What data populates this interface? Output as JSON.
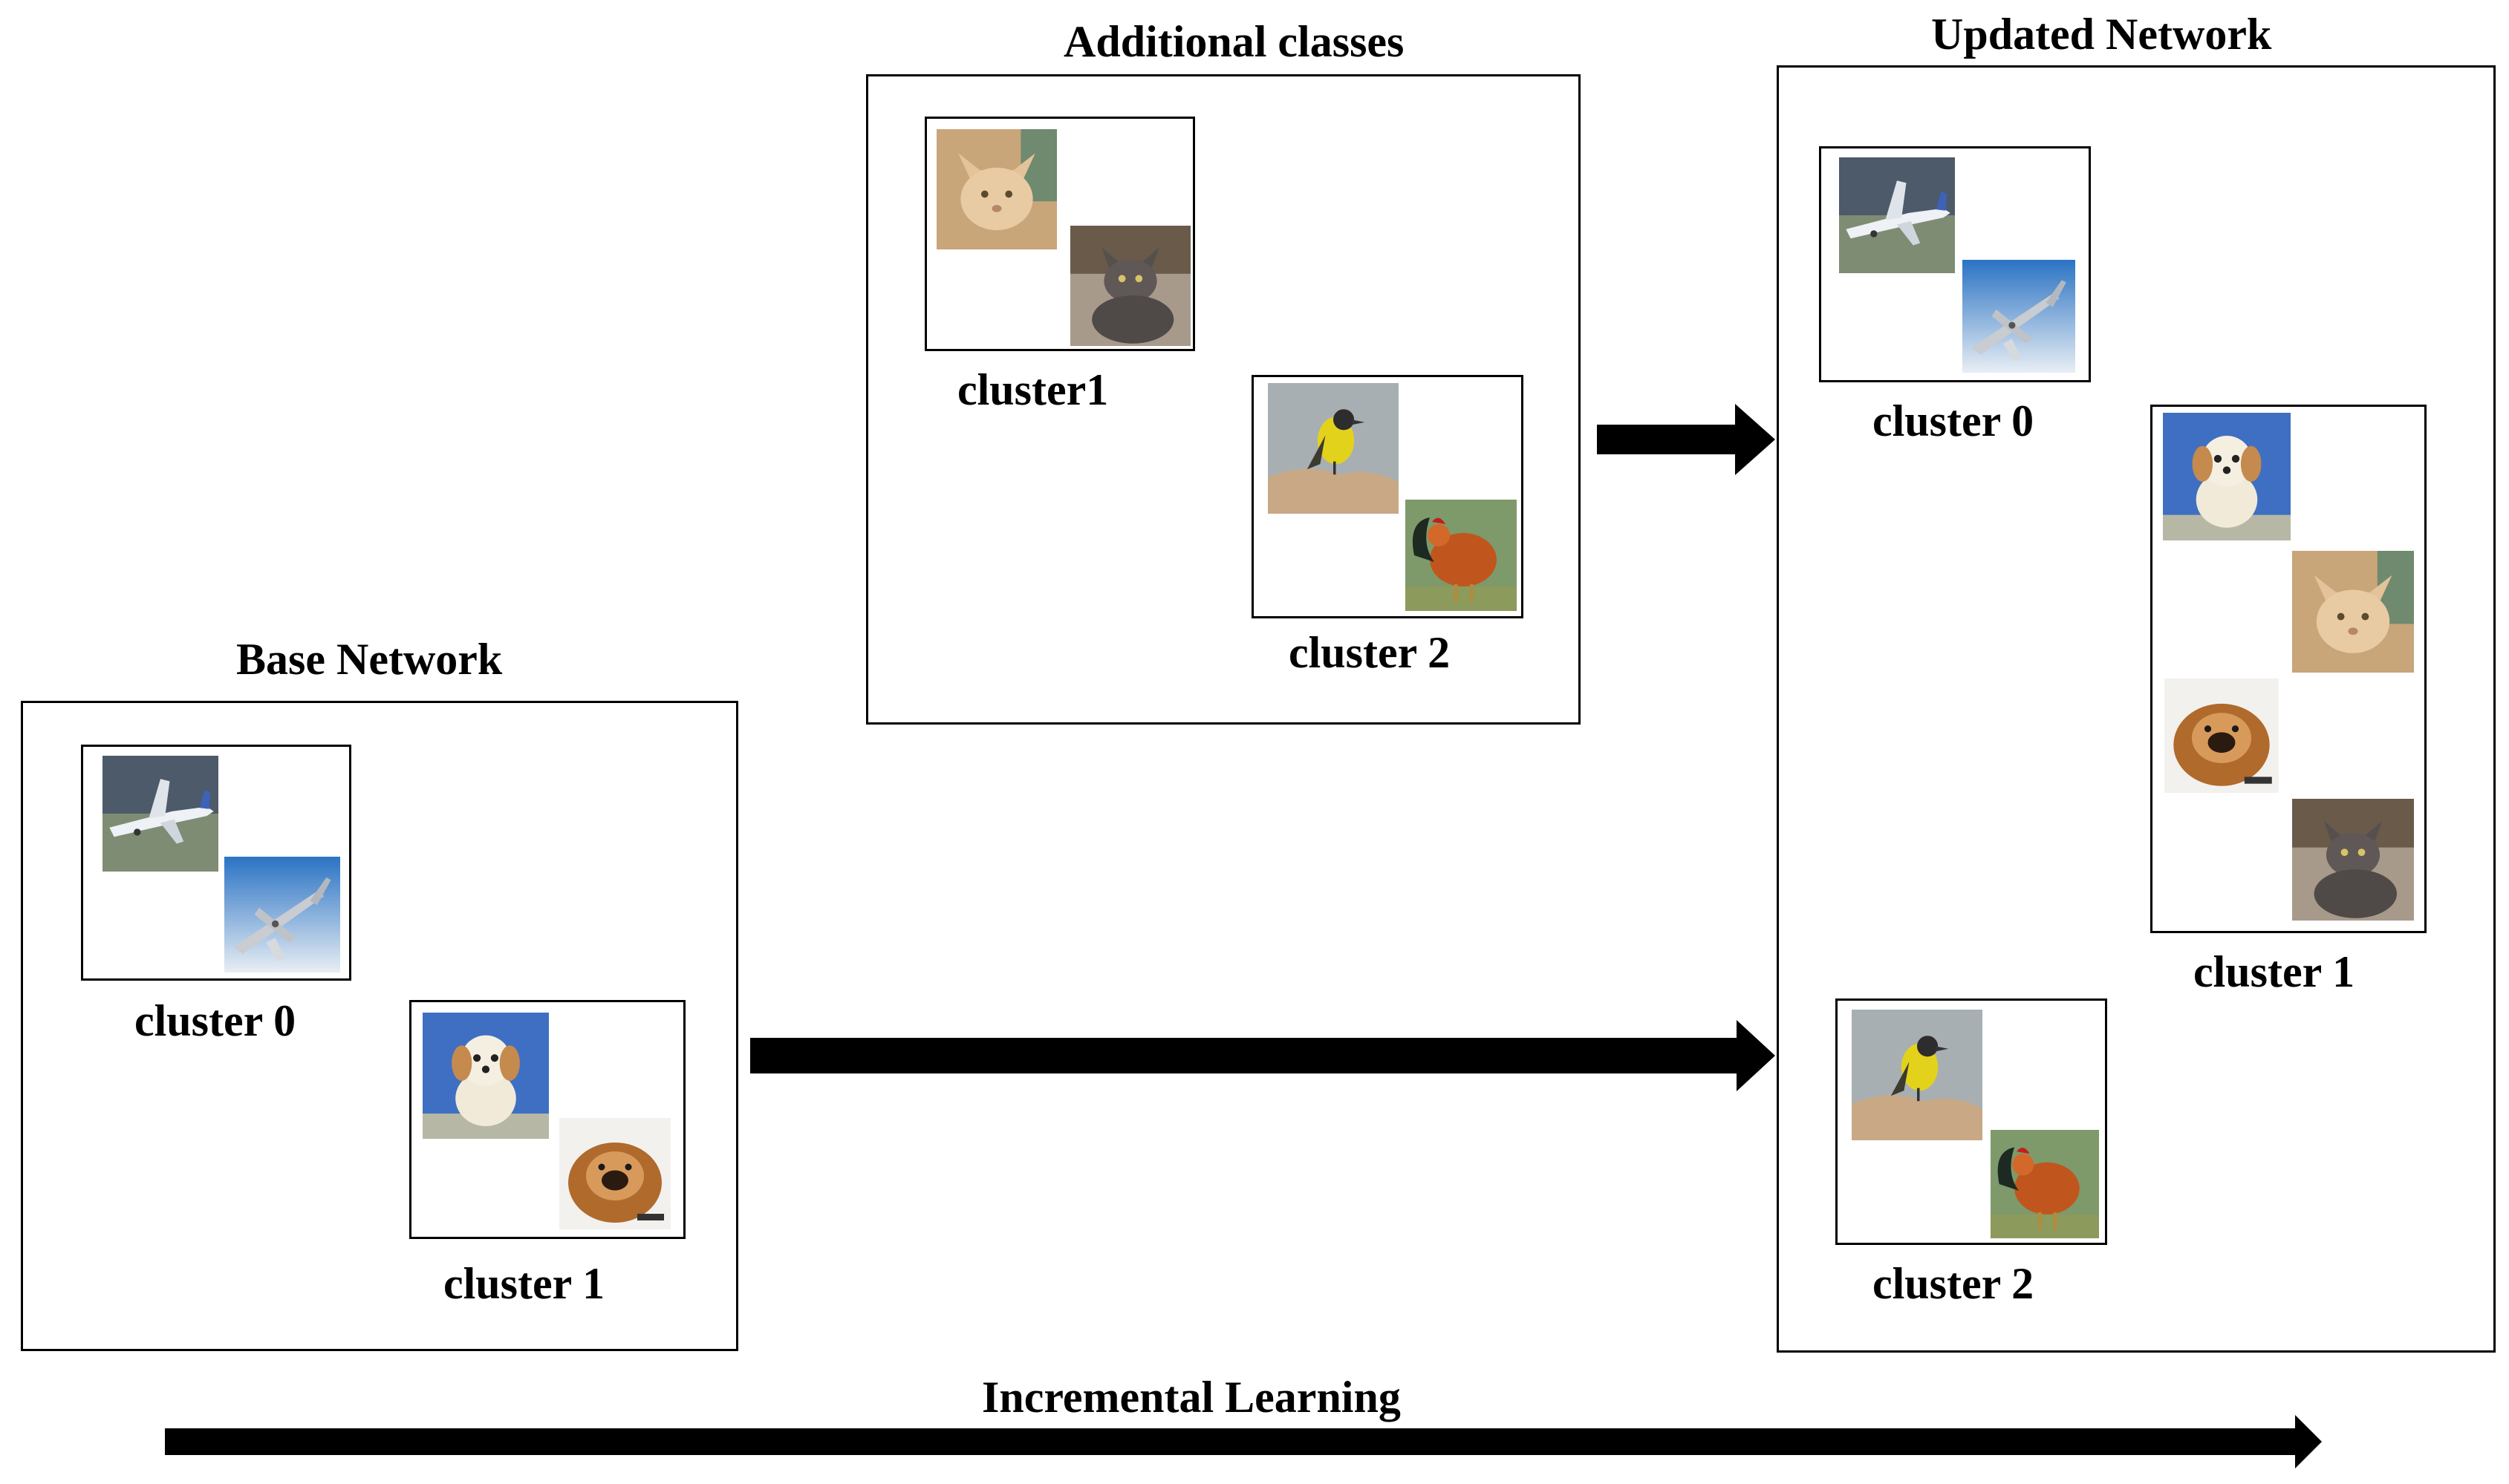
{
  "panels": {
    "additional": {
      "title": "Additional classes",
      "cluster_a": "cluster1",
      "cluster_b": "cluster 2"
    },
    "base": {
      "title": "Base Network",
      "cluster_a": "cluster 0",
      "cluster_b": "cluster 1"
    },
    "updated": {
      "title": "Updated Network",
      "cluster_a": "cluster 0",
      "cluster_b": "cluster 1",
      "cluster_c": "cluster 2"
    }
  },
  "footer": {
    "label": "Incremental Learning"
  }
}
